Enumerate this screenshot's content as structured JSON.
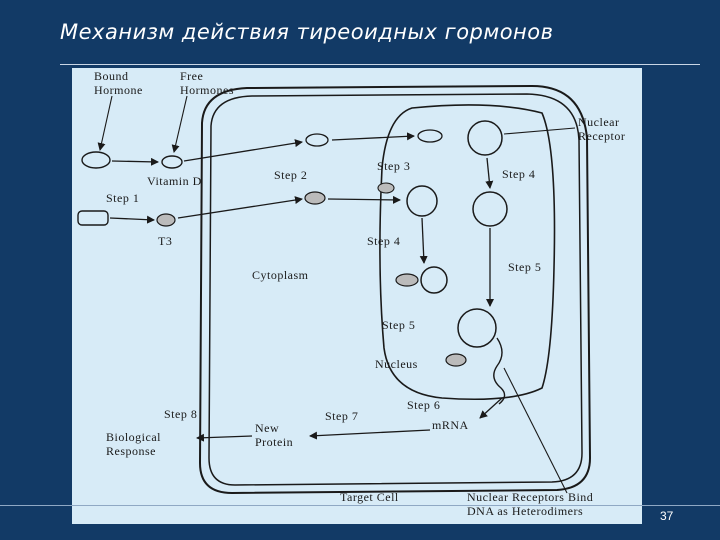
{
  "slide": {
    "title": "Механизм действия тиреоидных гормонов",
    "page_number": "37"
  },
  "diagram": {
    "labels": {
      "bound_line1": "Bound",
      "bound_line2": "Hormone",
      "free_line1": "Free",
      "free_line2": "Hormones",
      "vitamin_d": "Vitamin D",
      "step1": "Step 1",
      "t3": "T3",
      "step2": "Step 2",
      "step3": "Step 3",
      "step4a": "Step 4",
      "step4b": "Step 4",
      "nuclear_receptor_line1": "Nuclear",
      "nuclear_receptor_line2": "Receptor",
      "cytoplasm": "Cytoplasm",
      "step5a": "Step 5",
      "step5b": "Step 5",
      "nucleus": "Nucleus",
      "step6": "Step 6",
      "mrna": "mRNA",
      "step7": "Step 7",
      "step8": "Step 8",
      "new_protein_line1": "New",
      "new_protein_line2": "Protein",
      "bio_response_line1": "Biological",
      "bio_response_line2": "Response",
      "target_cell": "Target Cell",
      "heterodimers_line1": "Nuclear Receptors Bind",
      "heterodimers_line2": "DNA as Heterodimers"
    }
  }
}
